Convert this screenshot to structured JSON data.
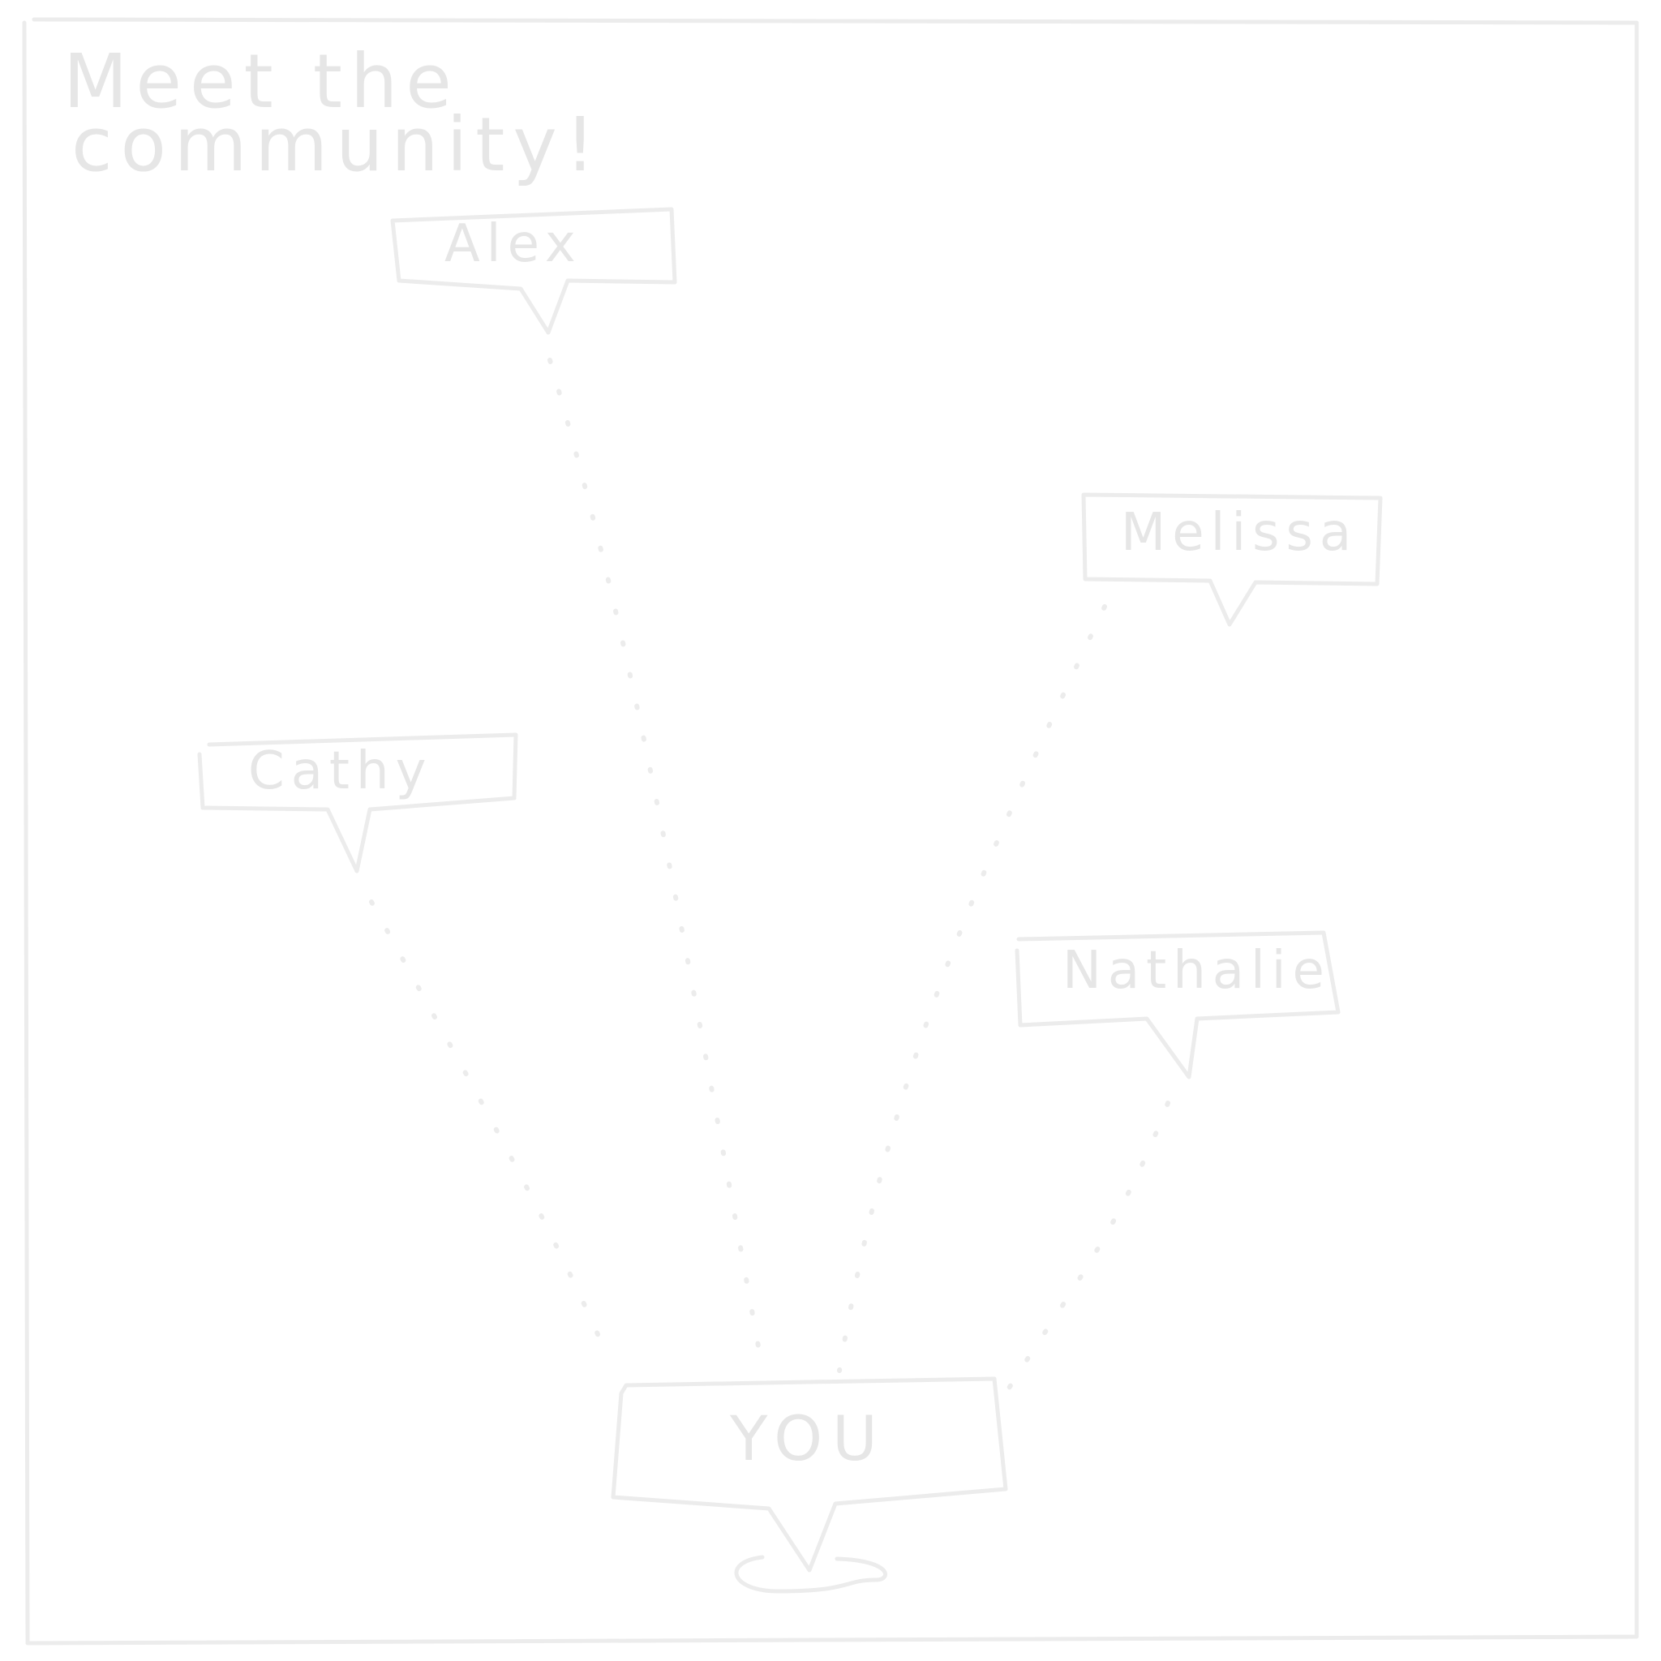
{
  "title": {
    "line1": "Meet the",
    "line2": "community!"
  },
  "members": {
    "alex": "Alex",
    "melissa": "Melissa",
    "cathy": "Cathy",
    "nathalie": "Nathalie"
  },
  "center": {
    "label": "YOU"
  },
  "colors": {
    "ink": "#ececec",
    "text": "#e6e6e6",
    "background": "#ffffff"
  }
}
